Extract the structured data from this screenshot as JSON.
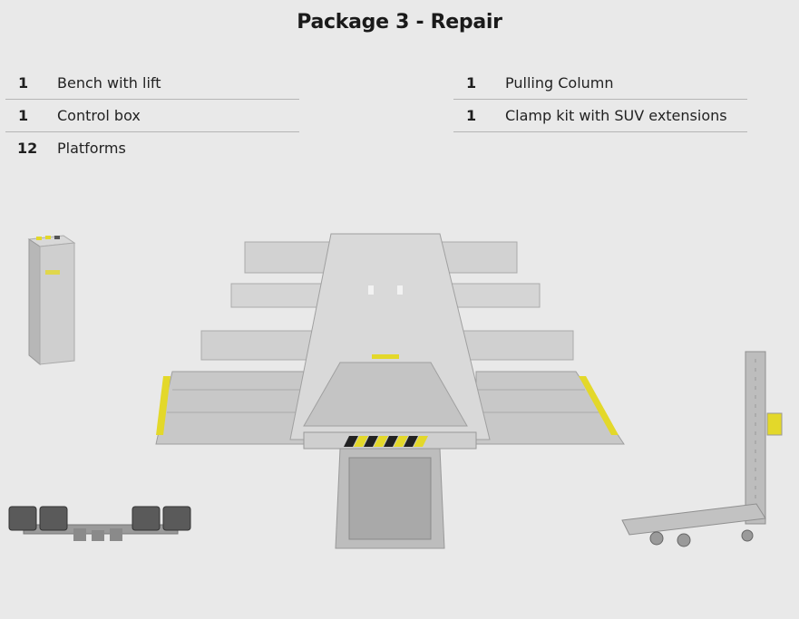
{
  "title": "Package 3 - Repair",
  "left_items": [
    {
      "qty": "1",
      "label": "Bench with lift"
    },
    {
      "qty": "1",
      "label": "Control box"
    },
    {
      "qty": "12",
      "label": "Platforms"
    }
  ],
  "right_items": [
    {
      "qty": "1",
      "label": "Pulling Column"
    },
    {
      "qty": "1",
      "label": "Clamp kit with SUV extensions"
    }
  ],
  "colors": {
    "background": "#e9e9e9",
    "metal": "#c9c9c9",
    "accent_yellow": "#e3d82a",
    "dark": "#2a2a2a"
  },
  "illustrations": [
    "control-box-image",
    "bench-lift-image",
    "clamp-kit-image",
    "pulling-column-image"
  ]
}
